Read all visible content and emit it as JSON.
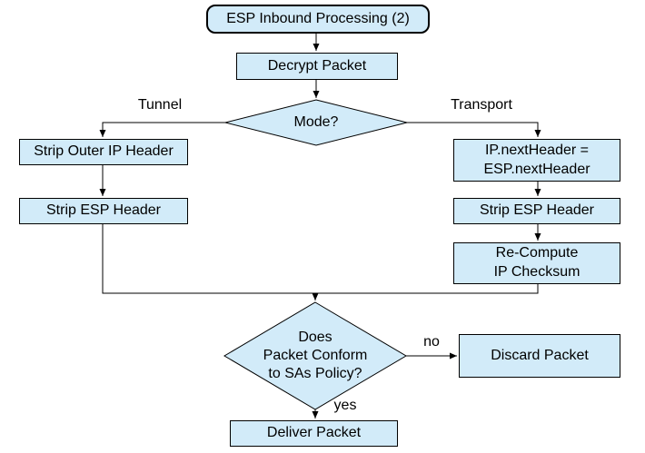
{
  "diagram": {
    "title": "ESP Inbound Processing (2)",
    "type": "flowchart"
  },
  "nodes": {
    "start": {
      "label": "ESP Inbound Processing (2)",
      "shape": "terminal"
    },
    "decrypt": {
      "label": "Decrypt Packet",
      "shape": "process"
    },
    "mode": {
      "label": "Mode?",
      "shape": "decision"
    },
    "strip_outer_ip": {
      "label": "Strip Outer IP Header",
      "shape": "process"
    },
    "strip_esp_left": {
      "label": "Strip ESP Header",
      "shape": "process"
    },
    "ip_next_header": {
      "label": "IP.nextHeader =\nESP.nextHeader",
      "shape": "process"
    },
    "strip_esp_right": {
      "label": "Strip ESP Header",
      "shape": "process"
    },
    "recompute": {
      "label": "Re-Compute\nIP Checksum",
      "shape": "process"
    },
    "policy": {
      "label": "Does\nPacket Conform\nto SAs Policy?",
      "shape": "decision"
    },
    "discard": {
      "label": "Discard Packet",
      "shape": "process"
    },
    "deliver": {
      "label": "Deliver Packet",
      "shape": "process"
    }
  },
  "edge_labels": {
    "tunnel": "Tunnel",
    "transport": "Transport",
    "no": "no",
    "yes": "yes"
  },
  "colors": {
    "node_fill": "#d2ebf9",
    "node_border": "#000000",
    "line": "#000000",
    "background": "#ffffff"
  }
}
